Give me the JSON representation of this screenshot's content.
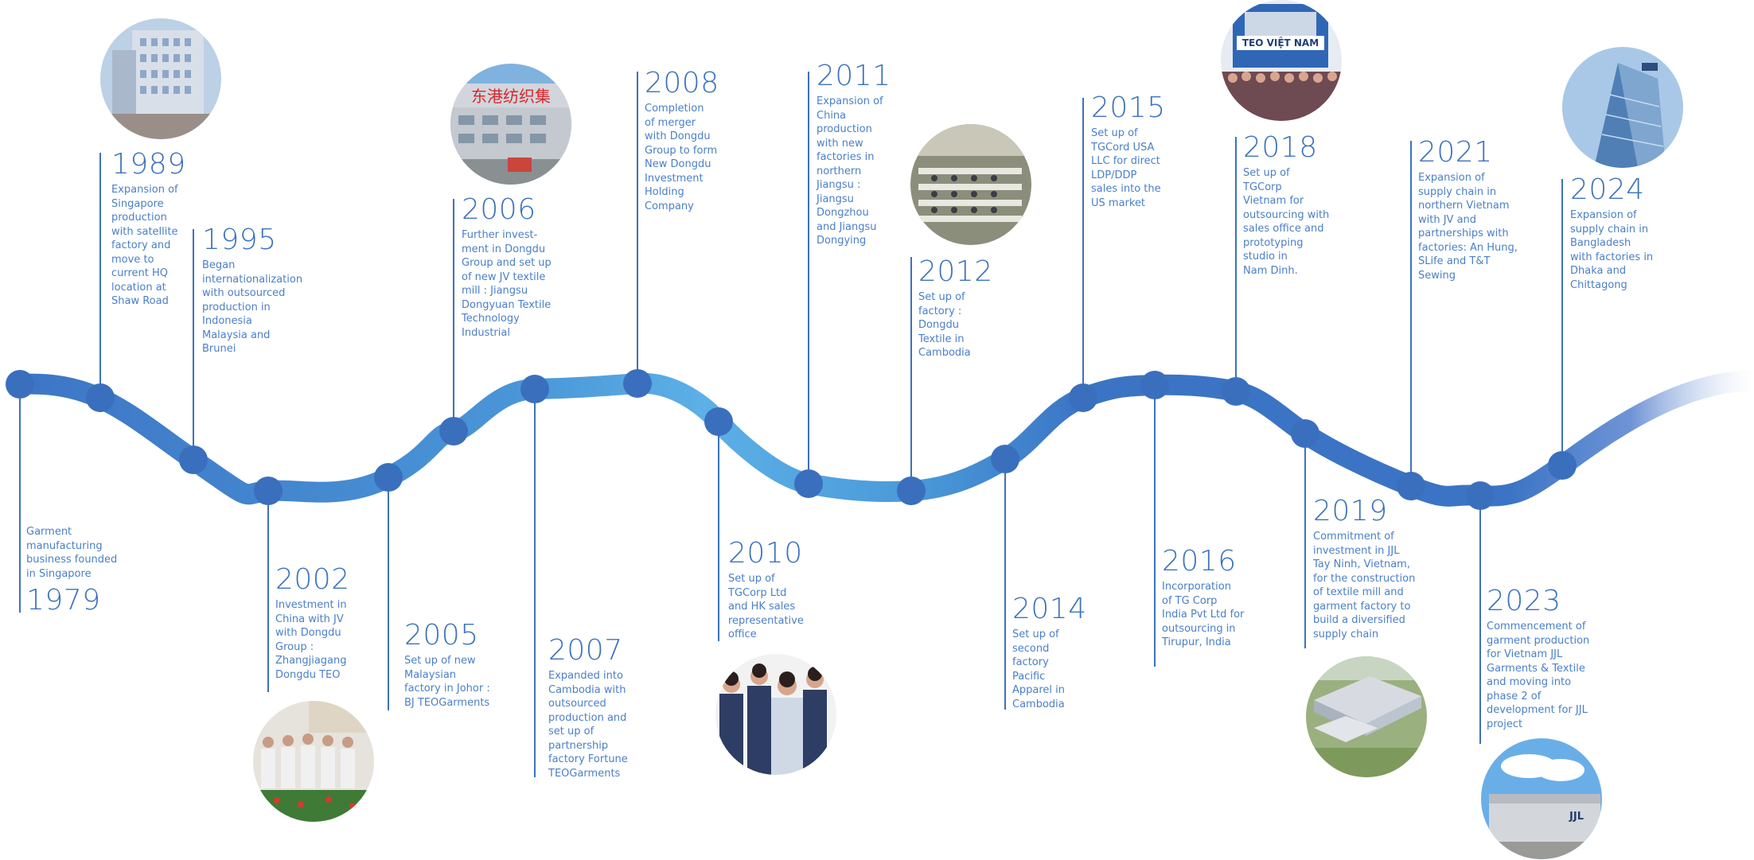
{
  "colors": {
    "line": "#3d72bd",
    "wave_dark": "#3b73c4",
    "wave_light": "#5aa8e0",
    "node": "#3a6fbd"
  },
  "events": [
    {
      "year": "1979",
      "text": "Garment\nmanufacturing\nbusiness founded\nin Singapore"
    },
    {
      "year": "1989",
      "text": "Expansion of\nSingapore\nproduction\nwith satellite\nfactory and\nmove to\ncurrent HQ\nlocation at\nShaw Road"
    },
    {
      "year": "1995",
      "text": "Began\ninternationalization\nwith outsourced\nproduction in\nIndonesia\nMalaysia and\nBrunei"
    },
    {
      "year": "2002",
      "text": "Investment in\nChina with JV\nwith Dongdu\nGroup :\nZhangjiagang\nDongdu TEO"
    },
    {
      "year": "2005",
      "text": "Set up of new\nMalaysian\nfactory in Johor :\nBJ TEOGarments"
    },
    {
      "year": "2006",
      "text": "Further invest-\nment in Dongdu\nGroup and set up\nof new JV textile\nmill : Jiangsu\nDongyuan Textile\nTechnology\nIndustrial"
    },
    {
      "year": "2007",
      "text": "Expanded into\nCambodia with\noutsourced\nproduction and\nset up of\npartnership\nfactory Fortune\nTEOGarments"
    },
    {
      "year": "2008",
      "text": "Completion\nof merger\nwith Dongdu\nGroup to form\nNew Dongdu\nInvestment\nHolding\nCompany"
    },
    {
      "year": "2010",
      "text": "Set up of\nTGCorp Ltd\nand HK sales\nrepresentative\noffice"
    },
    {
      "year": "2011",
      "text": "Expansion of\nChina\nproduction\nwith new\n factories in\nnorthern\nJiangsu :\nJiangsu\nDongzhou\nand Jiangsu\nDongying"
    },
    {
      "year": "2012",
      "text": "Set up of\nfactory :\nDongdu\nTextile in\nCambodia"
    },
    {
      "year": "2014",
      "text": "Set up of\nsecond\nfactory\nPacific\nApparel in\nCambodia"
    },
    {
      "year": "2015",
      "text": "Set up of\nTGCord USA\nLLC for direct\nLDP/DDP\nsales into the\nUS market"
    },
    {
      "year": "2016",
      "text": "Incorporation\nof TG Corp\nIndia Pvt Ltd for\noutsourcing in\nTirupur, India"
    },
    {
      "year": "2018",
      "text": "Set up of\nTGCorp\nVietnam for\noutsourcing with\nsales office and\nprototyping\nstudio in\nNam Dinh."
    },
    {
      "year": "2019",
      "text": "Commitment of\ninvestment in JJL\nTay Ninh, Vietnam,\nfor the construction\nof textile mill and\ngarment factory to\nbuild a diversified\nsupply chain"
    },
    {
      "year": "2021",
      "text": "Expansion of\nsupply chain in\nnorthern Vietnam\nwith JV and\npartnerships with\nfactories: An Hung,\nSLife and T&T\nSewing"
    },
    {
      "year": "2023",
      "text": "Commencement of\ngarment production\nfor Vietnam JJL\nGarments & Textile\nand moving into\nphase 2 of\ndevelopment for JJL\nproject"
    },
    {
      "year": "2024",
      "text": "Expansion of\nsupply chain in\nBangladesh\nwith factories in\nDhaka and\nChittagong"
    }
  ],
  "photo_signs": {
    "factory_2006": "东港纺织集",
    "vietnam_2018": "TEO VIỆT NAM",
    "warehouse_2023": "JJL"
  }
}
